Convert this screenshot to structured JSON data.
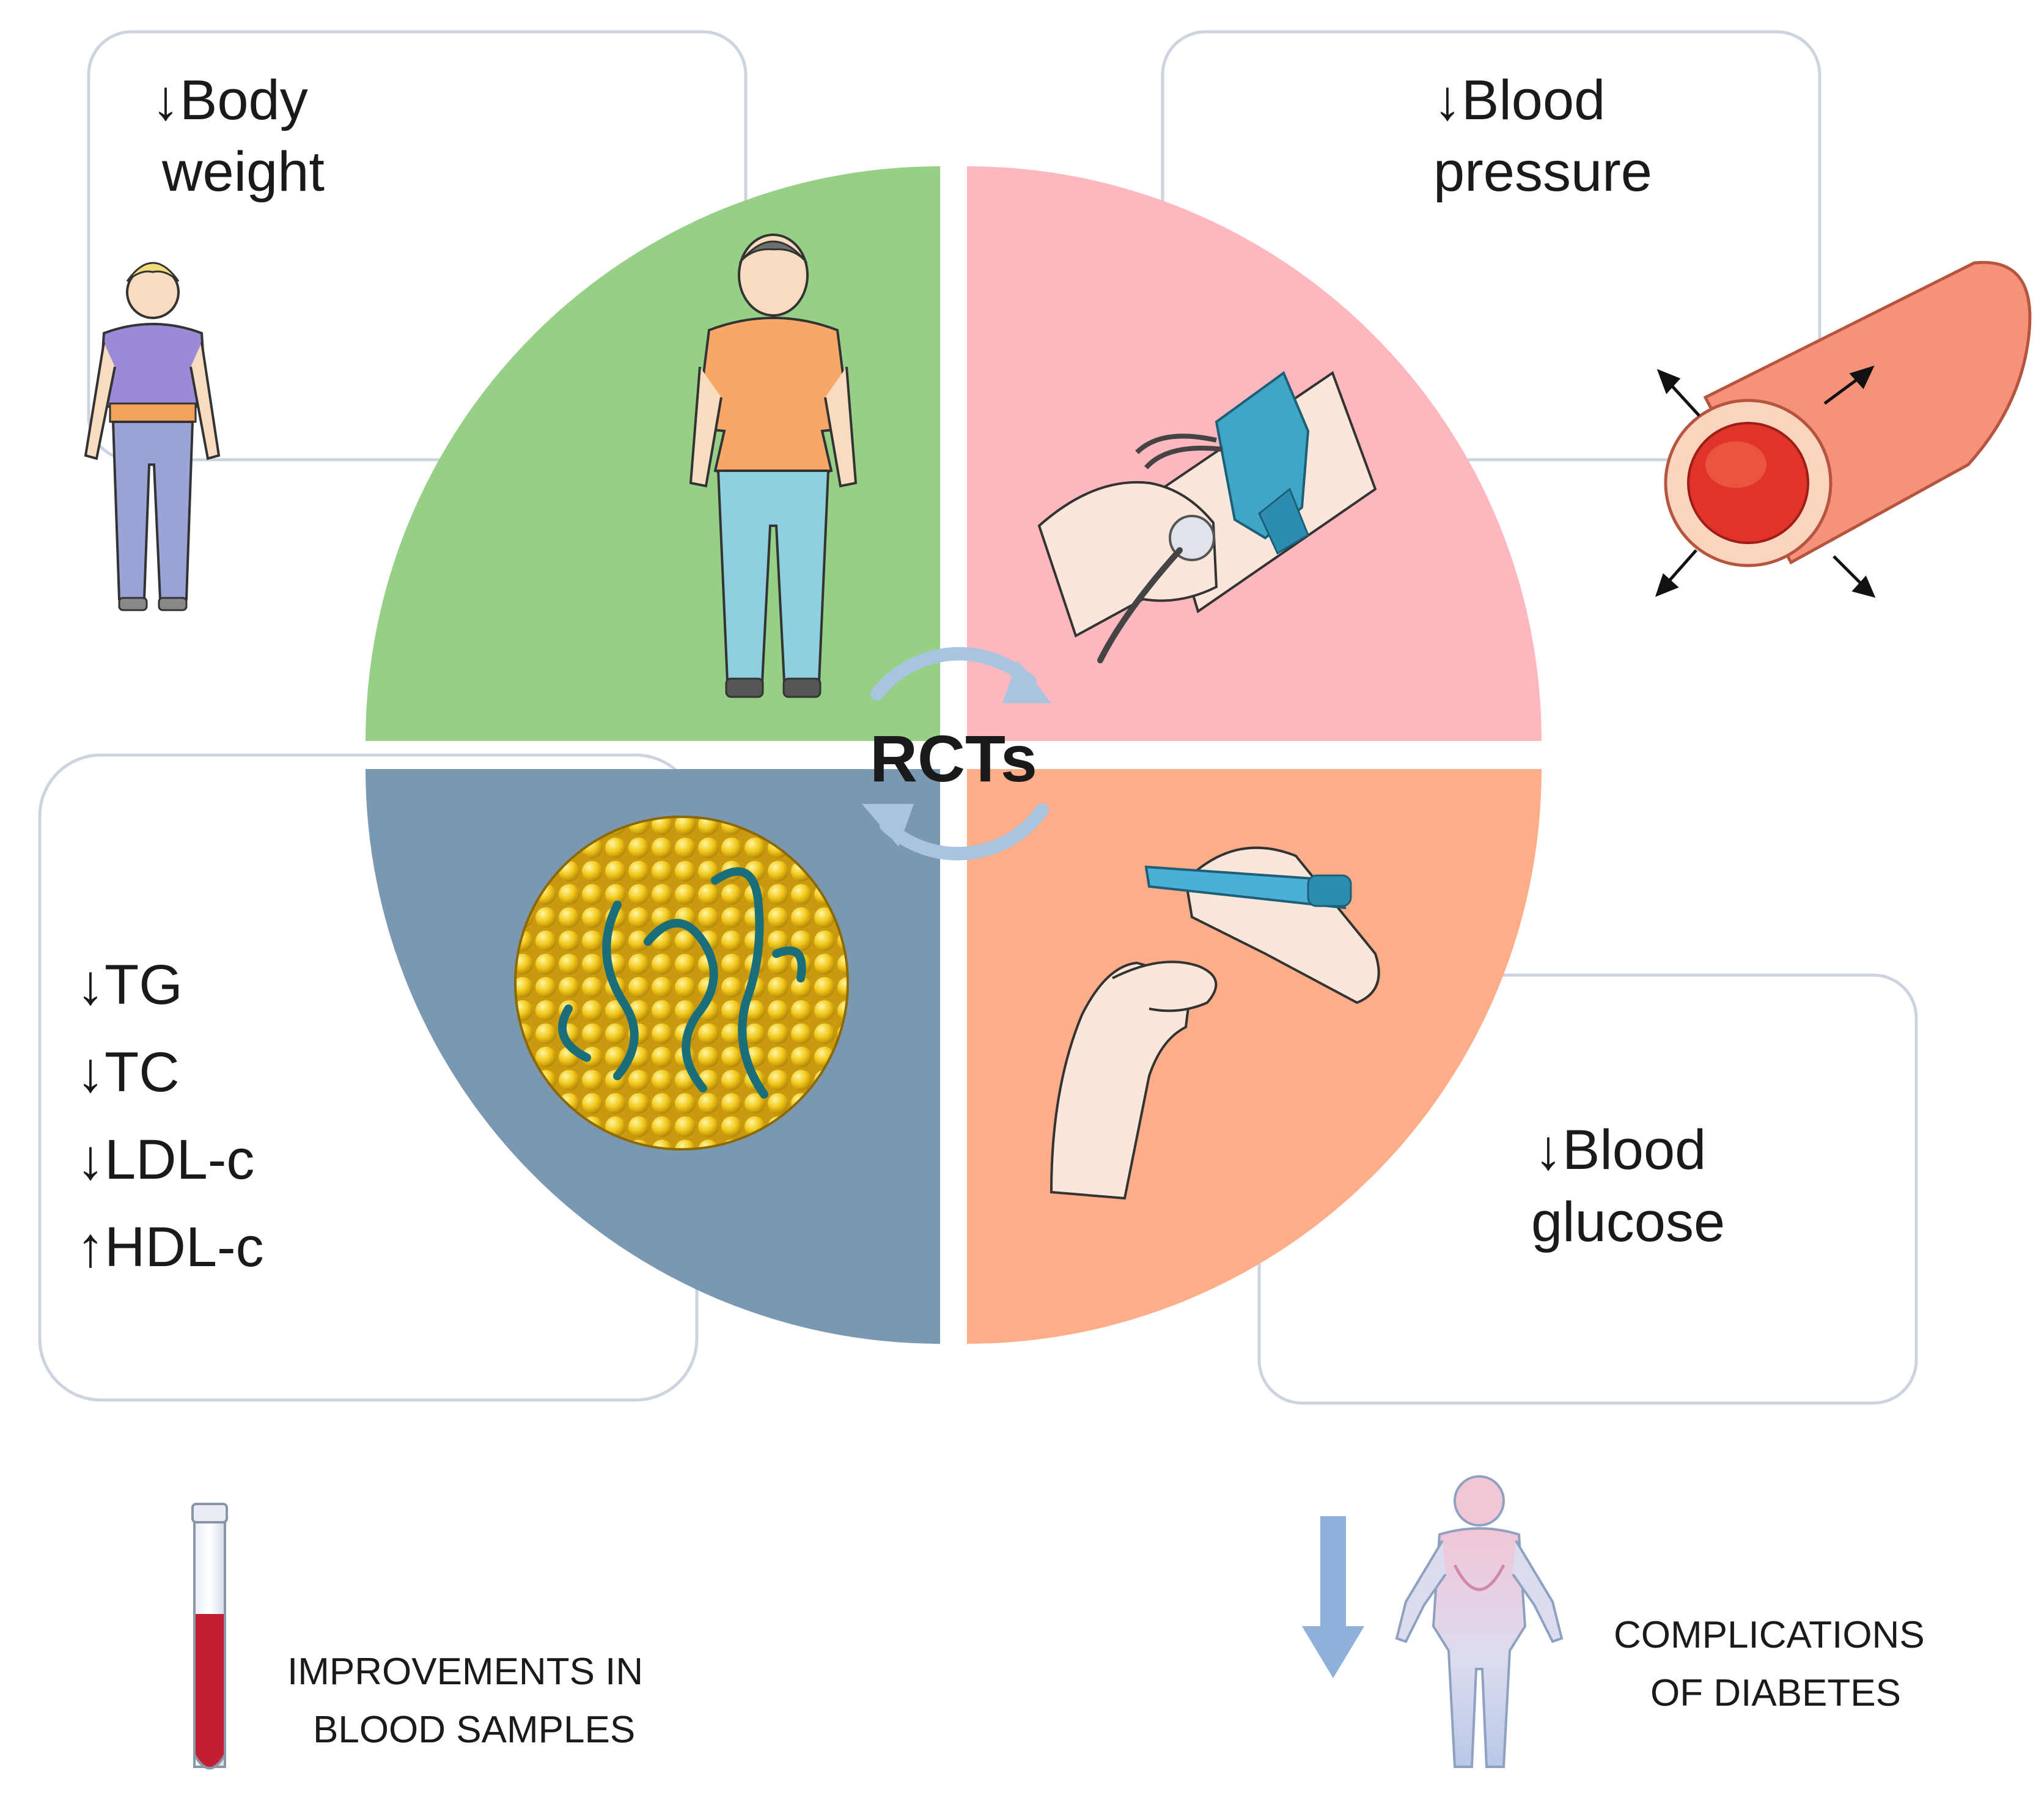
{
  "center": {
    "label": "RCTs"
  },
  "boxes": {
    "body_weight": {
      "lines": [
        "↓Body",
        "weight"
      ]
    },
    "blood_pressure": {
      "lines": [
        "↓Blood",
        "pressure"
      ]
    },
    "lipids": {
      "lines": [
        "↓TG",
        "↓TC",
        "↓LDL-c",
        "↑HDL-c"
      ]
    },
    "blood_glucose": {
      "lines": [
        "↓Blood",
        "glucose"
      ]
    }
  },
  "bottom": {
    "blood_samples": {
      "lines": [
        "IMPROVEMENTS IN",
        "BLOOD SAMPLES"
      ]
    },
    "complications": {
      "lines": [
        "COMPLICATIONS",
        "OF DIABETES"
      ]
    }
  },
  "colors": {
    "quadrant_body_weight": "#96d086",
    "quadrant_blood_pressure": "#fdb8bf",
    "quadrant_lipids": "#7b98b3",
    "quadrant_glucose": "#fdae88",
    "box_border": "#ccd4e0",
    "text": "#1a1a1a",
    "accent_blue": "#8fb0dc"
  },
  "icons": {
    "person_small": "person-icon",
    "person_overweight": "overweight-person-icon",
    "blood_pressure_cuff": "blood-pressure-cuff-icon",
    "blood_vessel": "blood-vessel-icon",
    "lipoprotein": "lipoprotein-particle-icon",
    "glucose_meter": "glucose-lancet-icon",
    "cycle_arrows": "cycle-arrows-icon",
    "test_tube": "blood-tube-icon",
    "down_arrow": "down-arrow-icon",
    "human_body": "human-body-icon"
  }
}
